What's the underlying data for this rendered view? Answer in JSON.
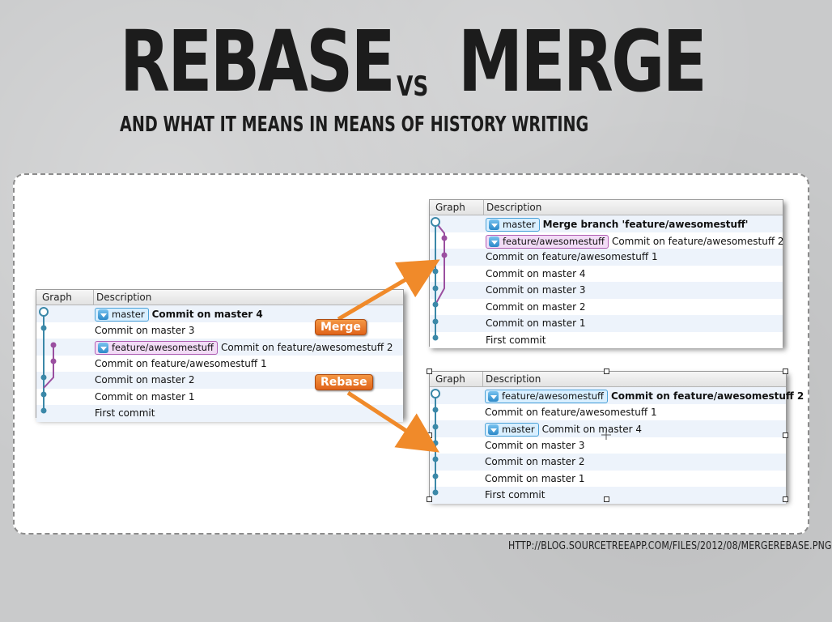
{
  "title": {
    "word1": "Rebase",
    "vs": "vs",
    "word2": "Merge",
    "subtitle": "And what it means in means of history writing"
  },
  "source_url": "http://blog.sourcetreeapp.com/files/2012/08/mergerebase.png",
  "callouts": {
    "merge": "Merge",
    "rebase": "Rebase"
  },
  "columns": {
    "graph": "Graph",
    "description": "Description"
  },
  "before": {
    "rows": [
      {
        "tag": "master",
        "tag_type": "master",
        "text": "Commit on master 4",
        "bold": true
      },
      {
        "tag": "",
        "tag_type": "",
        "text": "Commit on master 3",
        "bold": false
      },
      {
        "tag": "feature/awesomestuff",
        "tag_type": "feature",
        "text": "Commit on feature/awesomestuff 2",
        "bold": false
      },
      {
        "tag": "",
        "tag_type": "",
        "text": "Commit on feature/awesomestuff 1",
        "bold": false
      },
      {
        "tag": "",
        "tag_type": "",
        "text": "Commit on master 2",
        "bold": false
      },
      {
        "tag": "",
        "tag_type": "",
        "text": "Commit on master 1",
        "bold": false
      },
      {
        "tag": "",
        "tag_type": "",
        "text": "First commit",
        "bold": false
      }
    ]
  },
  "merge_result": {
    "rows": [
      {
        "tag": "master",
        "tag_type": "master",
        "text": "Merge branch 'feature/awesomestuff'",
        "bold": true
      },
      {
        "tag": "feature/awesomestuff",
        "tag_type": "feature",
        "text": "Commit on feature/awesomestuff 2",
        "bold": false
      },
      {
        "tag": "",
        "tag_type": "",
        "text": "Commit on feature/awesomestuff 1",
        "bold": false
      },
      {
        "tag": "",
        "tag_type": "",
        "text": "Commit on master 4",
        "bold": false
      },
      {
        "tag": "",
        "tag_type": "",
        "text": "Commit on master 3",
        "bold": false
      },
      {
        "tag": "",
        "tag_type": "",
        "text": "Commit on master 2",
        "bold": false
      },
      {
        "tag": "",
        "tag_type": "",
        "text": "Commit on master 1",
        "bold": false
      },
      {
        "tag": "",
        "tag_type": "",
        "text": "First commit",
        "bold": false
      }
    ]
  },
  "rebase_result": {
    "rows": [
      {
        "tag": "feature/awesomestuff",
        "tag_type": "master",
        "text": "Commit on feature/awesomestuff 2",
        "bold": true
      },
      {
        "tag": "",
        "tag_type": "",
        "text": "Commit on feature/awesomestuff 1",
        "bold": false
      },
      {
        "tag": "master",
        "tag_type": "master",
        "text": "Commit on master 4",
        "bold": false
      },
      {
        "tag": "",
        "tag_type": "",
        "text": "Commit on master 3",
        "bold": false
      },
      {
        "tag": "",
        "tag_type": "",
        "text": "Commit on master 2",
        "bold": false
      },
      {
        "tag": "",
        "tag_type": "",
        "text": "Commit on master 1",
        "bold": false
      },
      {
        "tag": "",
        "tag_type": "",
        "text": "First commit",
        "bold": false
      }
    ]
  },
  "colors": {
    "blue_line": "#3b88a8",
    "purple_line": "#9a4fa0",
    "arrow": "#f08a2a"
  }
}
